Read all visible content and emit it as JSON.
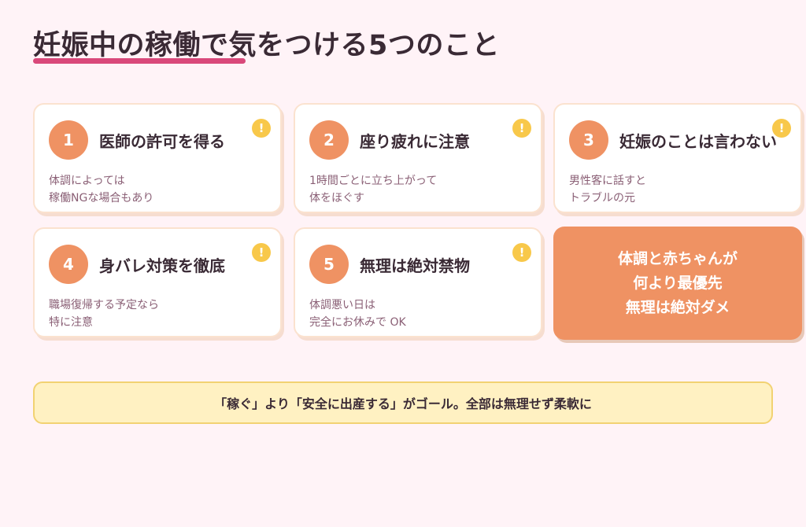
{
  "header": {
    "title": "妊娠中の稼働で気をつける5つのこと"
  },
  "cards": [
    {
      "number": "1",
      "title": "医師の許可を得る",
      "desc_lines": [
        "体調によっては",
        "稼働NGな場合もあり"
      ],
      "icon": "alert-icon"
    },
    {
      "number": "2",
      "title": "座り疲れに注意",
      "desc_lines": [
        "1時間ごとに立ち上がって",
        "体をほぐす"
      ],
      "icon": "alert-icon"
    },
    {
      "number": "3",
      "title": "妊娠のことは言わない",
      "desc_lines": [
        "男性客に話すと",
        "トラブルの元"
      ],
      "icon": "alert-icon"
    },
    {
      "number": "4",
      "title": "身バレ対策を徹底",
      "desc_lines": [
        "職場復帰する予定なら",
        "特に注意"
      ],
      "icon": "alert-icon"
    },
    {
      "number": "5",
      "title": "無理は絶対禁物",
      "desc_lines": [
        "体調悪い日は",
        "完全にお休みで OK"
      ],
      "icon": "alert-icon"
    }
  ],
  "callout": {
    "lines": [
      "体調と赤ちゃんが",
      "何より最優先",
      "無理は絶対ダメ"
    ]
  },
  "footer": {
    "text": "「稼ぐ」より「安全に出産する」がゴール。全部は無理せず柔軟に"
  },
  "colors": {
    "background": "#fff3f7",
    "accent_orange": "#ef9263",
    "title_underline": "#d9487a",
    "warning_yellow": "#f8c84a",
    "banner_bg": "#fff1c2"
  }
}
